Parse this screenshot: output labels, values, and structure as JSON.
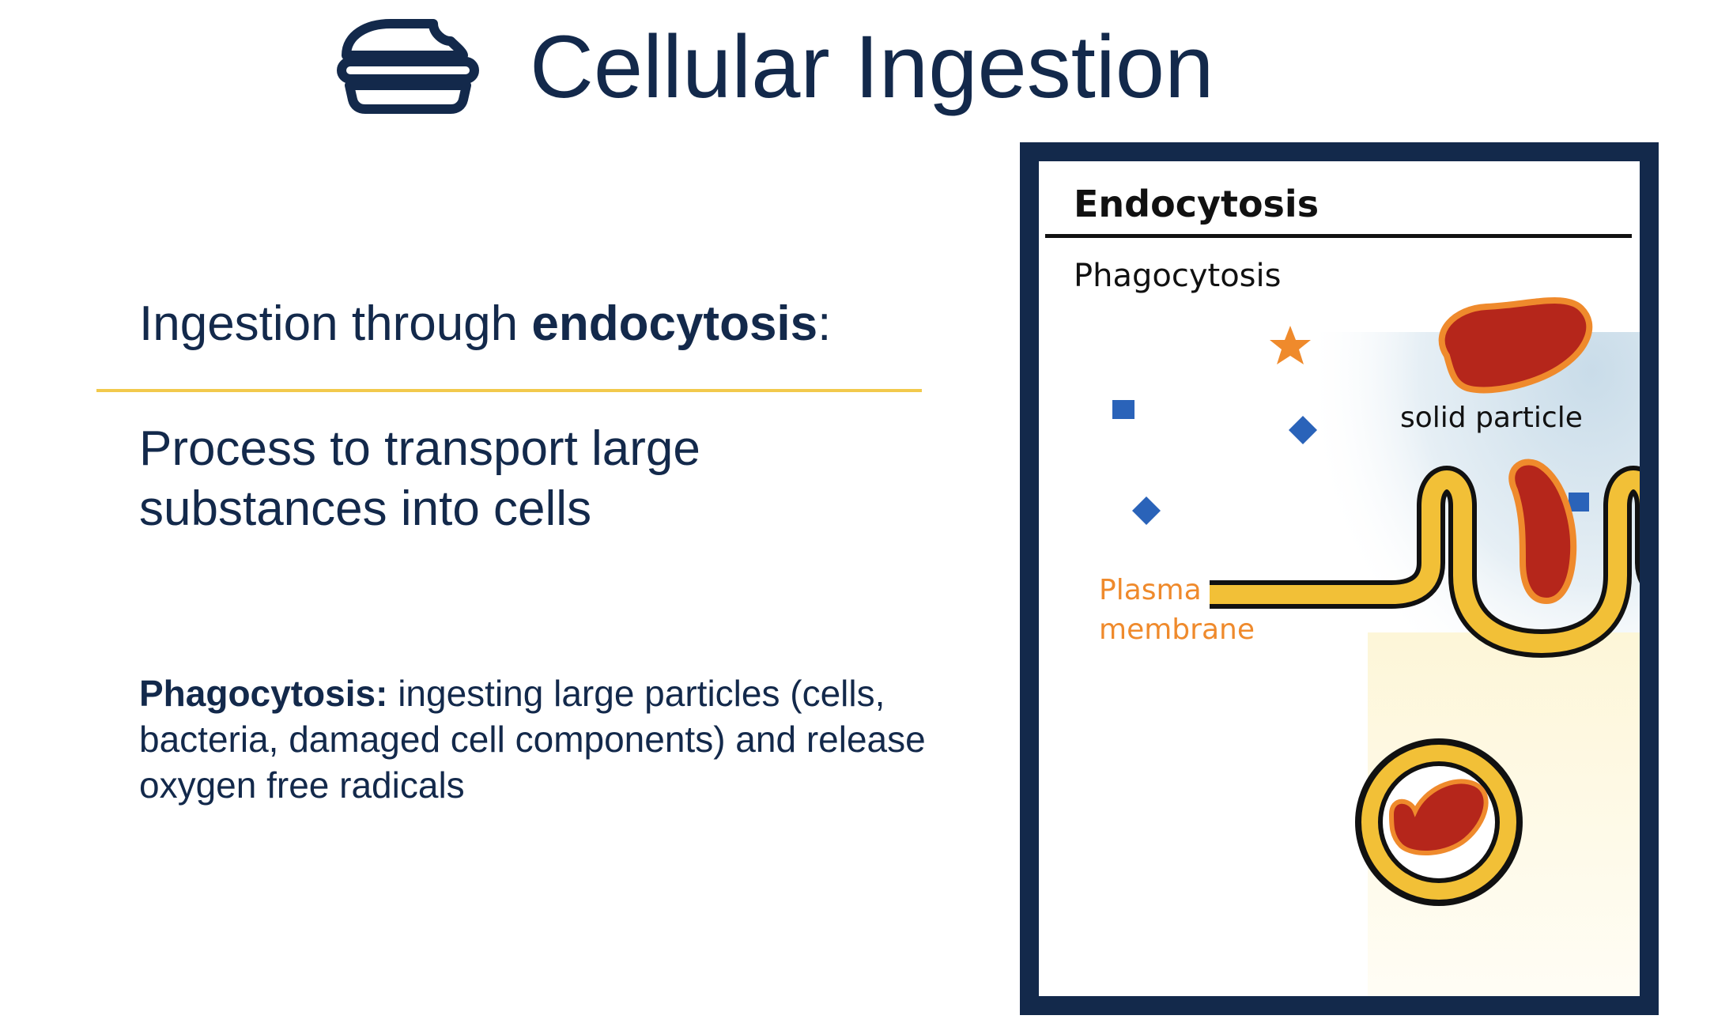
{
  "header": {
    "title": "Cellular Ingestion",
    "icon": "burger-icon"
  },
  "content": {
    "subheading_prefix": "Ingestion through ",
    "subheading_bold": "endocytosis",
    "subheading_suffix": ":",
    "definition": "Process to transport large substances into cells",
    "phagocytosis_term": "Phagocytosis:",
    "phagocytosis_text": " ingesting large particles (cells, bacteria, damaged cell components) and release oxygen free radicals"
  },
  "figure": {
    "heading": "Endocytosis",
    "subheading": "Phagocytosis",
    "label_particle": "solid particle",
    "label_membrane_line1": "Plasma",
    "label_membrane_line2": "membrane"
  },
  "colors": {
    "navy": "#13294b",
    "divider": "#f2c94c",
    "membrane": "#f2c037",
    "particle": "#b5261b",
    "particle_edge": "#ef8a2c",
    "star": "#ef8a2c",
    "molecule": "#2a63b9"
  }
}
